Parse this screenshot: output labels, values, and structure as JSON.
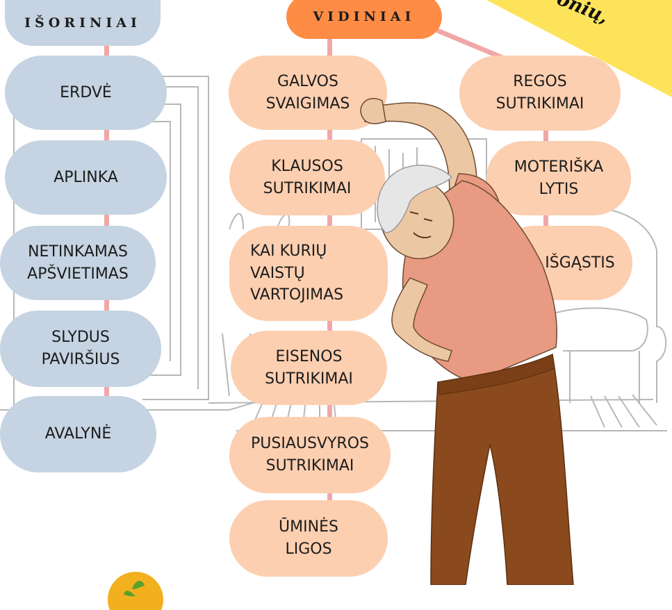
{
  "external": {
    "header": "IŠORINIAI",
    "items": [
      "ERDVĖ",
      "APLINKA",
      "NETINKAMAS\nAPŠVIETIMAS",
      "SLYDUS\nPAVIRŠIUS",
      "AVALYNĖ"
    ]
  },
  "internal": {
    "header": "VIDINIAI",
    "column1": [
      "GALVOS\nSVAIGIMAS",
      "KLAUSOS\nSUTRIKIMAI",
      "KAI KURIŲ\nVAISTŲ\nVARTOJIMAS",
      "EISENOS\nSUTRIKIMAI",
      "PUSIAUSVYROS\nSUTRIKIMAI",
      "ŪMINĖS\nLIGOS"
    ],
    "column2": [
      "REGOS\nSUTRIKIMAI",
      "MOTERIŠKA\nLYTIS",
      "IŠGĄSTIS"
    ]
  },
  "banner": {
    "text": "onių,"
  },
  "colors": {
    "external_pill": "#c5d3e2",
    "internal_pill": "#fccfb0",
    "internal_header": "#ff8c45",
    "connector": "#f2a7a7",
    "banner": "#fde35a",
    "pants": "#8b4a1d",
    "shirt": "#e99a82"
  },
  "icons": [
    "room-illustration",
    "exercising-elderly-man-illustration",
    "leaf-logo-icon"
  ]
}
